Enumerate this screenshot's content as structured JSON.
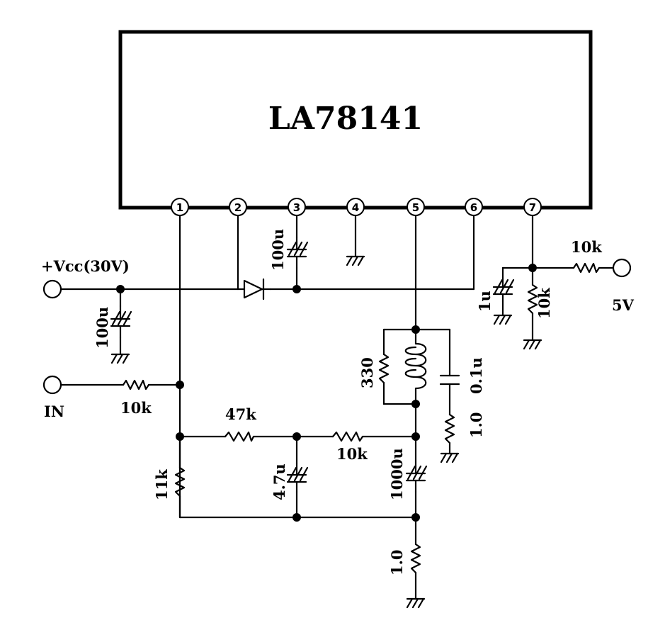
{
  "ic": {
    "label": "LA78141"
  },
  "pins": [
    "1",
    "2",
    "3",
    "4",
    "5",
    "6",
    "7"
  ],
  "labels": {
    "vcc": "+Vcc(30V)",
    "in": "IN",
    "out": "5V",
    "c_vcc": "100u",
    "c_pin3": "100u",
    "r_in": "10k",
    "r_47k": "47k",
    "r_10k_mid": "10k",
    "r_11k": "11k",
    "c_47u": "4.7u",
    "c_1000u": "1000u",
    "r_1_0_bottom": "1.0",
    "r_330": "330",
    "c_01u": "0.1u",
    "r_1_0_snub": "1.0",
    "c_1u": "1u",
    "r_10k_pin7": "10k",
    "r_10k_out": "10k"
  }
}
